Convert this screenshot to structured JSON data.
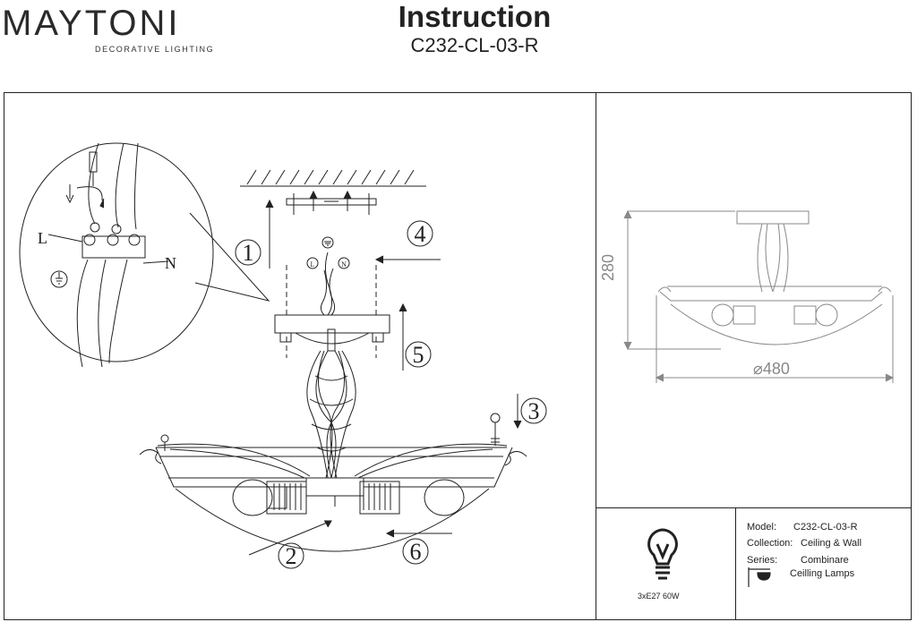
{
  "header": {
    "logo": "MAYTONI",
    "tagline": "DECORATIVE LIGHTING",
    "title": "Instruction",
    "model_code": "C232-CL-03-R"
  },
  "steps": [
    "1",
    "2",
    "3",
    "4",
    "5",
    "6"
  ],
  "wiring": {
    "live": "L",
    "neutral": "N",
    "live_small": "L",
    "neutral_small": "N"
  },
  "dimensions": {
    "height": "280",
    "diameter": "⌀480"
  },
  "bulb": {
    "spec": "3xE27 60W"
  },
  "info": {
    "model_label": "Model:",
    "model_value": "C232-CL-03-R",
    "collection_label": "Collection:",
    "collection_value": "Ceiling & Wall",
    "series_label": "Series:",
    "series_value": "Combinare",
    "type_value": "Ceilling Lamps"
  }
}
